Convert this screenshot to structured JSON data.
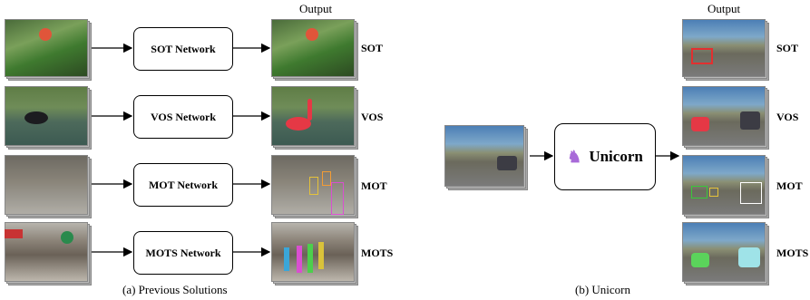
{
  "left": {
    "output_header": "Output",
    "rows": [
      {
        "network": "SOT Network",
        "task": "SOT"
      },
      {
        "network": "VOS Network",
        "task": "VOS"
      },
      {
        "network": "MOT Network",
        "task": "MOT"
      },
      {
        "network": "MOTS Network",
        "task": "MOTS"
      }
    ],
    "caption": "(a) Previous Solutions"
  },
  "right": {
    "output_header": "Output",
    "model": "Unicorn",
    "model_icon": "unicorn-icon",
    "tasks": [
      "SOT",
      "VOS",
      "MOT",
      "MOTS"
    ],
    "caption": "(b) Unicorn"
  }
}
